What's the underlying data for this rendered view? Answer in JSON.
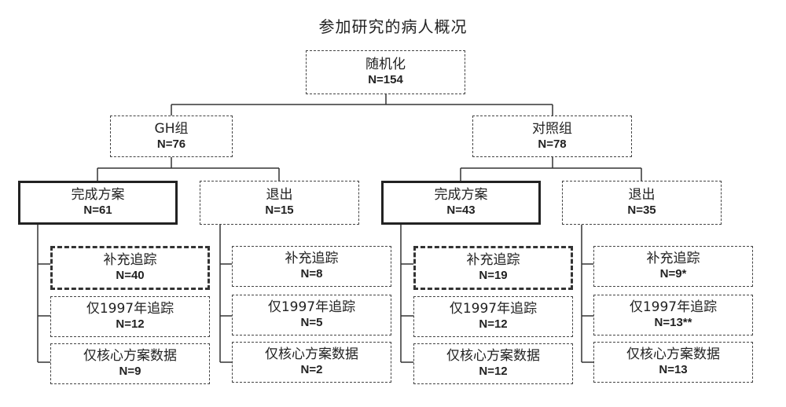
{
  "title": "参加研究的病人概况",
  "root": {
    "label": "随机化",
    "n": "N=154"
  },
  "gh": {
    "label": "GH组",
    "n": "N=76",
    "complete": {
      "label": "完成方案",
      "n": "N=61"
    },
    "withdrawn": {
      "label": "退出",
      "n": "N=15"
    },
    "complete_children": [
      {
        "label": "补充追踪",
        "n": "N=40"
      },
      {
        "label": "仅1997年追踪",
        "n": "N=12"
      },
      {
        "label": "仅核心方案数据",
        "n": "N=9"
      }
    ],
    "withdrawn_children": [
      {
        "label": "补充追踪",
        "n": "N=8"
      },
      {
        "label": "仅1997年追踪",
        "n": "N=5"
      },
      {
        "label": "仅核心方案数据",
        "n": "N=2"
      }
    ]
  },
  "control": {
    "label": "对照组",
    "n": "N=78",
    "complete": {
      "label": "完成方案",
      "n": "N=43"
    },
    "withdrawn": {
      "label": "退出",
      "n": "N=35"
    },
    "complete_children": [
      {
        "label": "补充追踪",
        "n": "N=19"
      },
      {
        "label": "仅1997年追踪",
        "n": "N=12"
      },
      {
        "label": "仅核心方案数据",
        "n": "N=12"
      }
    ],
    "withdrawn_children": [
      {
        "label": "补充追踪",
        "n": "N=9*"
      },
      {
        "label": "仅1997年追踪",
        "n": "N=13**"
      },
      {
        "label": "仅核心方案数据",
        "n": "N=13"
      }
    ]
  }
}
